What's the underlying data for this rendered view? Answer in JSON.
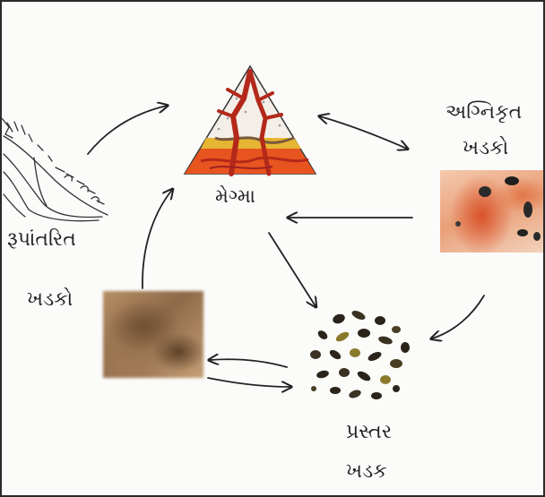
{
  "labels": {
    "magma": "મેગ્મા",
    "igneous_line1": "અગ્નિકૃત",
    "igneous_line2": "ખડકો",
    "metamorphic_line1": "રૂપાંતરિત",
    "metamorphic_line2": "ખડકો",
    "sedimentary_line1": "પ્રસ્તર",
    "sedimentary_line2": "ખડક"
  },
  "colors": {
    "ink": "#222222",
    "magma_orange": "#e8541f",
    "magma_yellow": "#e6b532",
    "magma_red": "#b4281a",
    "sediment_dark": "#2b241a",
    "sediment_olive": "#8a7a2c"
  },
  "icons": {
    "magma": "volcano-icon",
    "igneous": "igneous-rock-photo",
    "metamorphic": "metamorphic-rock-photo",
    "sedimentary": "sedimentary-pebbles-icon",
    "metamorphic_sketch": "rock-strata-sketch-icon"
  }
}
